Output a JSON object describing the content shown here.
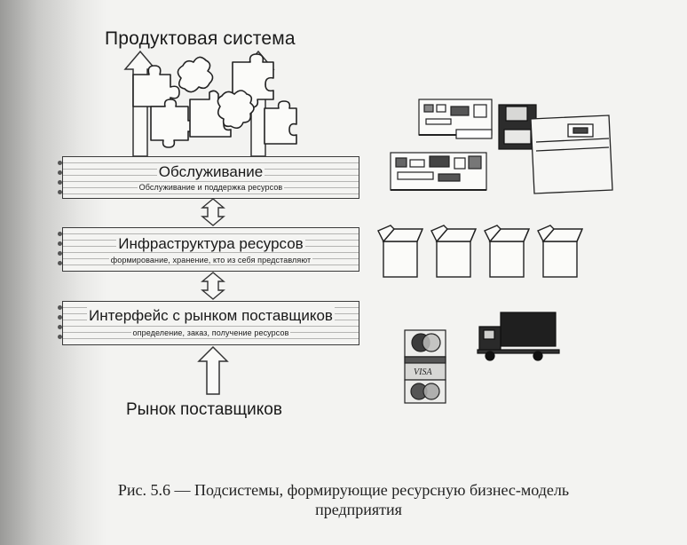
{
  "diagram": {
    "top_label": "Продуктовая система",
    "bottom_label": "Рынок поставщиков",
    "layers": [
      {
        "title": "Обслуживание",
        "subtitle": "Обслуживание и поддержка ресурсов"
      },
      {
        "title": "Инфраструктура ресурсов",
        "subtitle": "формирование, хранение, кто из себя представляют"
      },
      {
        "title": "Интерфейс с рынком поставщиков",
        "subtitle": "определение, заказ, получение ресурсов"
      }
    ],
    "payment_cards": {
      "visa_text": "VISA"
    }
  },
  "caption": {
    "line1": "Рис. 5.6 — Подсистемы, формирующие ресурсную бизнес-модель",
    "line2": "предприятия"
  }
}
